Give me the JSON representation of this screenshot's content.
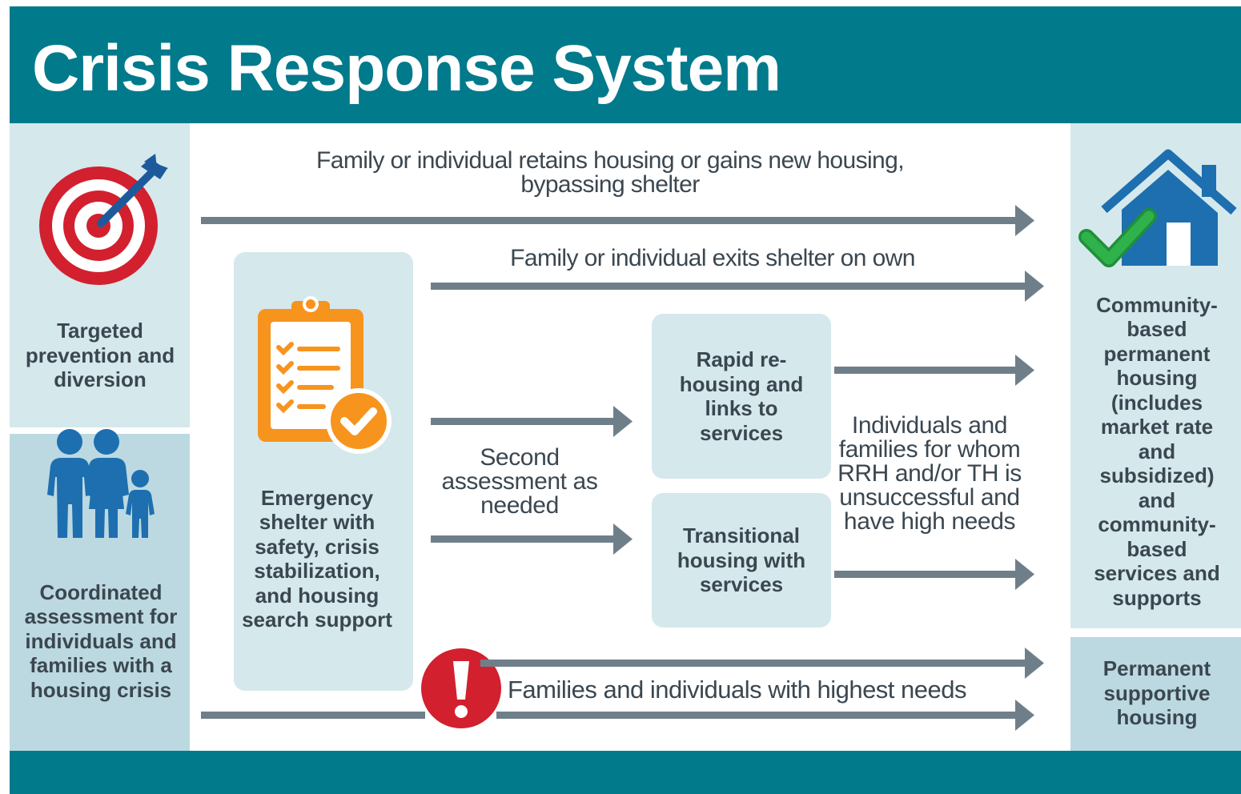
{
  "title": "Crisis Response System",
  "left_column": {
    "prevention_label": "Targeted prevention and diversion",
    "assessment_label": "Coordinated assessment for individuals and families with a housing crisis"
  },
  "shelter": {
    "label": "Emergency shelter with safety, crisis stabilization, and housing search support"
  },
  "paths": {
    "bypass_label": "Family or individual retains housing or gains new housing, bypassing shelter",
    "exit_label": "Family or individual exits shelter on own",
    "second_assessment_label": "Second assessment as needed",
    "unsuccessful_label": "Individuals and families for whom RRH and/or TH is unsuccessful and have high needs",
    "highest_needs_label": "Families and individuals with highest needs"
  },
  "programs": {
    "rrh_label": "Rapid re-housing and links to services",
    "th_label": "Transitional housing with services"
  },
  "right_column": {
    "permanent_housing_label": "Community-based permanent housing (includes market rate and subsidized) and community-based services and supports",
    "psh_label": "Permanent supportive housing"
  },
  "icons": {
    "target": "target-with-arrow-icon",
    "family": "family-icon",
    "clipboard": "clipboard-checklist-icon",
    "house": "house-with-checkmark-icon",
    "alert": "exclamation-alert-icon"
  },
  "colors": {
    "header": "#017a8c",
    "panel_light": "#d5e8ec",
    "panel_mid": "#bcd9e1",
    "arrow": "#6f7f8a",
    "text": "#3b4750",
    "target_red": "#d2202f",
    "blue": "#1d6fb0",
    "orange": "#f7941d",
    "green": "#21a045"
  }
}
